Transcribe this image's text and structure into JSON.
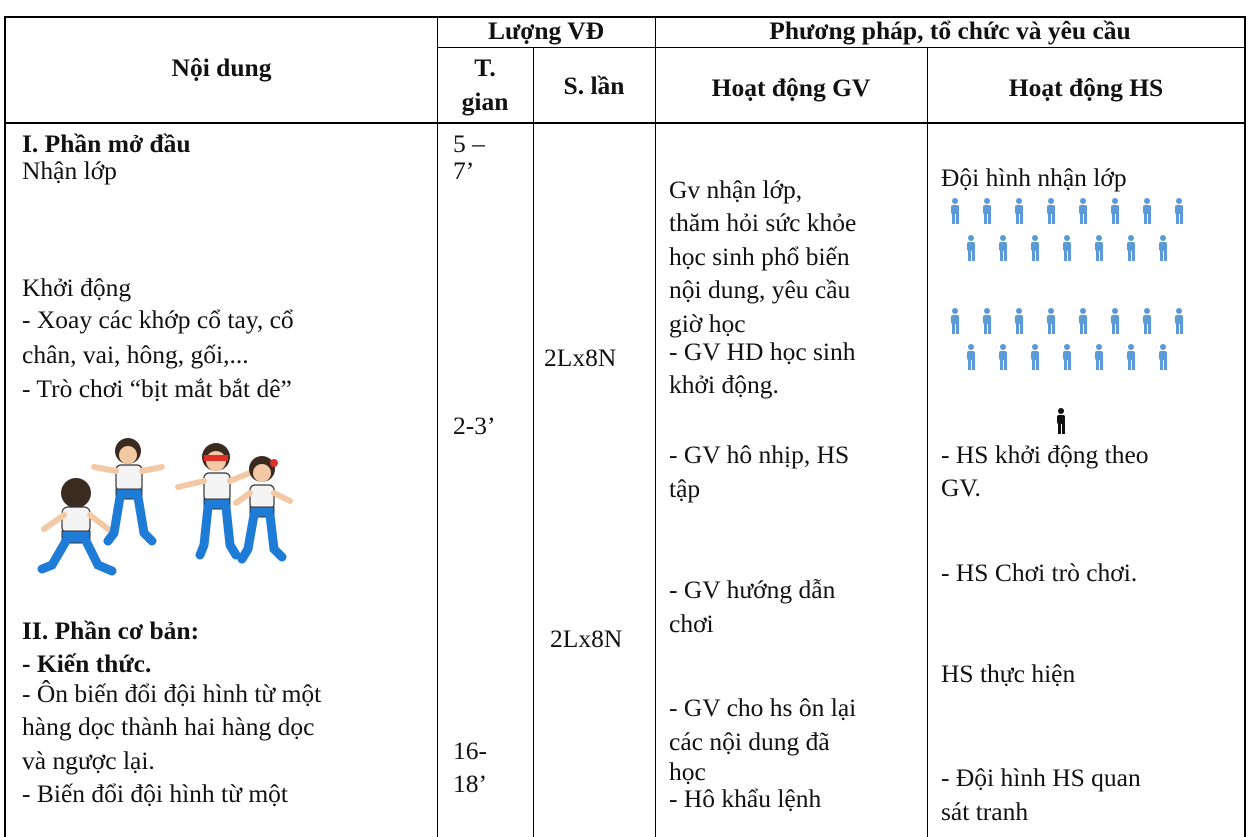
{
  "table": {
    "header": {
      "noi_dung": "Nội dung",
      "luong_vd": "Lượng VĐ",
      "phuong_phap": "Phương pháp, tổ chức và yêu cầu",
      "t_gian_1": "T.",
      "t_gian_2": "gian",
      "s_lan": "S. lần",
      "hd_gv": "Hoạt động GV",
      "hd_hs": "Hoạt động HS"
    },
    "col1": {
      "section1_title": "I. Phần mở đầu",
      "nhan_lop": "Nhận lớp",
      "khoi_dong": "Khởi động",
      "xoay_1": "- Xoay các khớp cổ tay, cổ",
      "xoay_2": "chân, vai, hông, gối,...",
      "tro_choi": "- Trò chơi “bịt mắt bắt dê”",
      "section2_title": "II. Phần cơ bản:",
      "kien_thuc": "- Kiến thức.",
      "on_1": "- Ôn biến đổi đội hình  từ một",
      "on_2": "hàng dọc thành  hai hàng dọc",
      "on_3": "và ngược lại.",
      "bien_doi": "- Biến đổi đội hình  từ một"
    },
    "col2": {
      "t1a": "5 –",
      "t1b": "7’",
      "t2": "2-3’",
      "t3a": "16-",
      "t3b": "18’"
    },
    "col3": {
      "s1": "2Lx8N",
      "s2": "2Lx8N"
    },
    "col4": {
      "g1": "Gv nhận lớp,",
      "g2": "thăm hỏi sức khỏe",
      "g3": "học sinh  phổ biến",
      "g4": "nội dung, yêu cầu",
      "g5": "giờ học",
      "g6": "- GV HD học sinh",
      "g7": "khởi động.",
      "g8": "- GV hô nhịp,  HS",
      "g9": "tập",
      "g10": "- GV hướng  dẫn",
      "g11": "chơi",
      "g12": "- GV cho hs ôn lại",
      "g13": "các nội dung đã",
      "g14": "học",
      "g15": "- Hô khẩu lệnh"
    },
    "col5": {
      "h1": "Đội hình  nhận lớp",
      "h2": " - HS khởi động theo",
      "h3": "GV.",
      "h4": "- HS Chơi trò chơi.",
      "h5": "HS thực hiện",
      "h6": "- Đội hình  HS quan",
      "h7": "sát tranh"
    }
  },
  "colors": {
    "student_figure": "#5b9bd5",
    "teacher_figure": "#111111",
    "grid_line": "#000000"
  },
  "icons": {
    "student": "student-figure-icon",
    "teacher": "teacher-figure-icon",
    "game": "blindfold-game-illustration"
  }
}
